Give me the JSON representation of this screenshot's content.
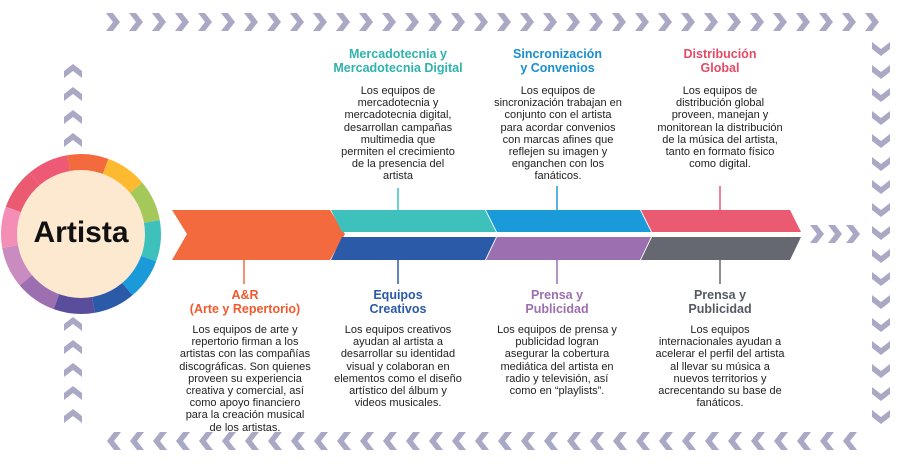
{
  "center": {
    "label": "Artista"
  },
  "colors": {
    "chevron": "#a9a9c6",
    "center_fill": "#fde9d0",
    "arrow_ar": "#f26a3d",
    "teal": "#3ec1bd",
    "navy": "#2a5aa8",
    "blue": "#1a9ad8",
    "purple": "#9c6fb0",
    "pink": "#ea5a70",
    "gray": "#656870"
  },
  "ring_colors": [
    "#f26a3d",
    "#fdb930",
    "#a5c85a",
    "#3ec1bd",
    "#1a9ad8",
    "#2a5aa8",
    "#5a4e9c",
    "#9c6fb0",
    "#c98bc0",
    "#f48eb6",
    "#ea5a70",
    "#ee5a76"
  ],
  "top": [
    {
      "title": "Mercadotecnia y\nMercadotecnia Digital",
      "desc": "Los equipos de\nmercadotecnia y\nmercadotecnia digital,\ndesarrollan campañas\nmultimedia que\npermiten el crecimiento\nde la presencia del\nartista",
      "color": "#3ec1bd"
    },
    {
      "title": "Sincronización\ny Convenios",
      "desc": "Los equipos de\nsincronización trabajan en\nconjunto con el artista\npara acordar convenios\ncon marcas afines que\nreflejen su imagen y\nenganchen con los\nfanáticos.",
      "color": "#1a9ad8"
    },
    {
      "title": "Distribución\nGlobal",
      "desc": "Los equipos de\ndistribución global\nproveen, manejan y\nmonitorean la distribución\nde la música del artista,\ntanto en formato físico\ncomo digital.",
      "color": "#ea5a70"
    }
  ],
  "bottom": [
    {
      "title": "A&R\n(Arte y Repertorio)",
      "desc": "Los equipos de arte y\nrepertorio firman a los\nartistas con las compañías\ndiscográficas. Son quienes\nproveen su experiencia\ncreativa y comercial, así\ncomo apoyo financiero\npara la creación musical\nde los artistas.",
      "color": "#f26a3d"
    },
    {
      "title": "Equipos\nCreativos",
      "desc": "Los equipos creativos\nayudan al artista a\ndesarrollar su identidad\nvisual y colaboran en\nelementos como el diseño\nartístico del álbum y\nvideos musicales.",
      "color": "#2a5aa8"
    },
    {
      "title": "Prensa y\nPublicidad",
      "desc": "Los equipos de prensa y\npublicidad logran\nasegurar la cobertura\nmediática del artista en\nradio y televisión, así\ncomo en “playlists”.",
      "color": "#9c6fb0"
    },
    {
      "title": "Prensa y\nPublicidad",
      "desc": "Los equipos\ninternacionales ayudan a\nacelerar el perfil del artista\nal llevar su música a\nnuevos territorios y\nacrecentando su base de\nfanáticos.",
      "color": "#656870"
    }
  ]
}
